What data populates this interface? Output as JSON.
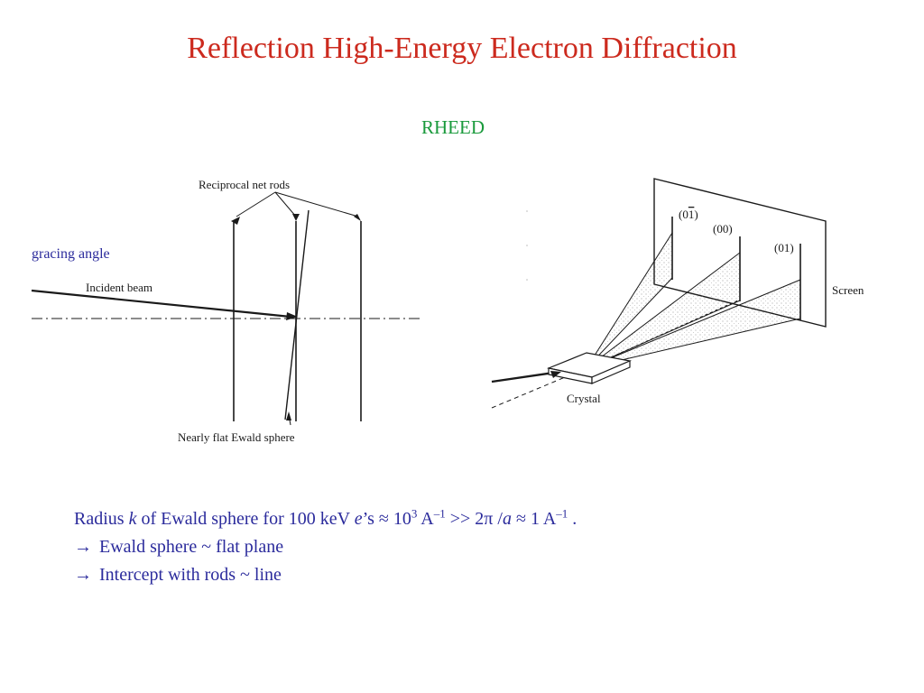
{
  "colors": {
    "title": "#cc2a1e",
    "subtitle": "#1a9a3c",
    "body_text": "#2b2b9c",
    "diagram_ink": "#1a1a1a"
  },
  "title": "Reflection High-Energy Electron Diffraction",
  "subtitle": "RHEED",
  "side_label": "gracing angle",
  "diagram_left": {
    "top_label": "Reciprocal net rods",
    "beam_label": "Incident beam",
    "bottom_label": "Nearly flat Ewald sphere"
  },
  "diagram_right": {
    "spot_minus": "(0",
    "spot_minus_bar": "1",
    "spot_minus_close": ")",
    "spot_zero": "(00)",
    "spot_plus": "(01)",
    "screen_label": "Screen",
    "crystal_label": "Crystal"
  },
  "body": {
    "line1": {
      "t1": "Radius ",
      "k": "k",
      "t2": " of Ewald sphere for 100 keV ",
      "e": "e",
      "t3": "’s   ≈  10",
      "exp1": "3",
      "t4": " A",
      "exp2": "–1",
      "t5": "  >> 2π /",
      "a": "a",
      "t6": " ≈ 1 A",
      "exp3": "–1",
      "t7": " ."
    },
    "line2": {
      "arrow": "→",
      "text": "Ewald sphere ~ flat plane"
    },
    "line3": {
      "arrow": "→",
      "text": "Intercept with rods ~ line"
    }
  }
}
